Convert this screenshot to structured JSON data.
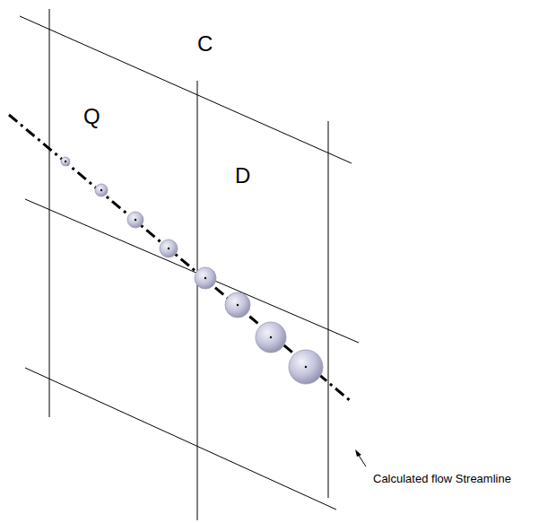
{
  "diagram": {
    "labels": [
      "Q",
      "C",
      "D",
      "Calculated flow Streamline"
    ]
  }
}
